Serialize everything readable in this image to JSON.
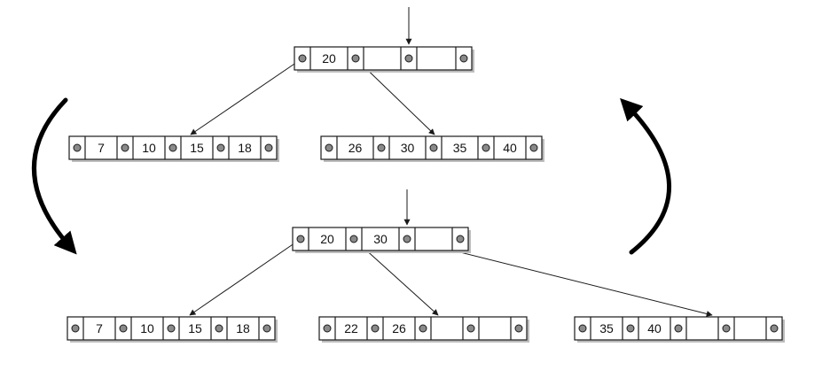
{
  "diagram": {
    "top_state": {
      "root": {
        "keys": [
          "20",
          "",
          ""
        ]
      },
      "leaves": [
        {
          "keys": [
            "7",
            "10",
            "15",
            "18"
          ]
        },
        {
          "keys": [
            "26",
            "30",
            "35",
            "40"
          ]
        }
      ]
    },
    "bottom_state": {
      "root": {
        "keys": [
          "20",
          "30",
          ""
        ]
      },
      "leaves": [
        {
          "keys": [
            "7",
            "10",
            "15",
            "18"
          ]
        },
        {
          "keys": [
            "22",
            "26",
            "",
            ""
          ]
        },
        {
          "keys": [
            "35",
            "40",
            "",
            ""
          ]
        }
      ]
    }
  },
  "colors": {
    "stroke": "#1a1a1a",
    "node_fill": "#ffffff",
    "pointer_dot": "#8a8a8a",
    "shadow": "#bdbdbd"
  }
}
